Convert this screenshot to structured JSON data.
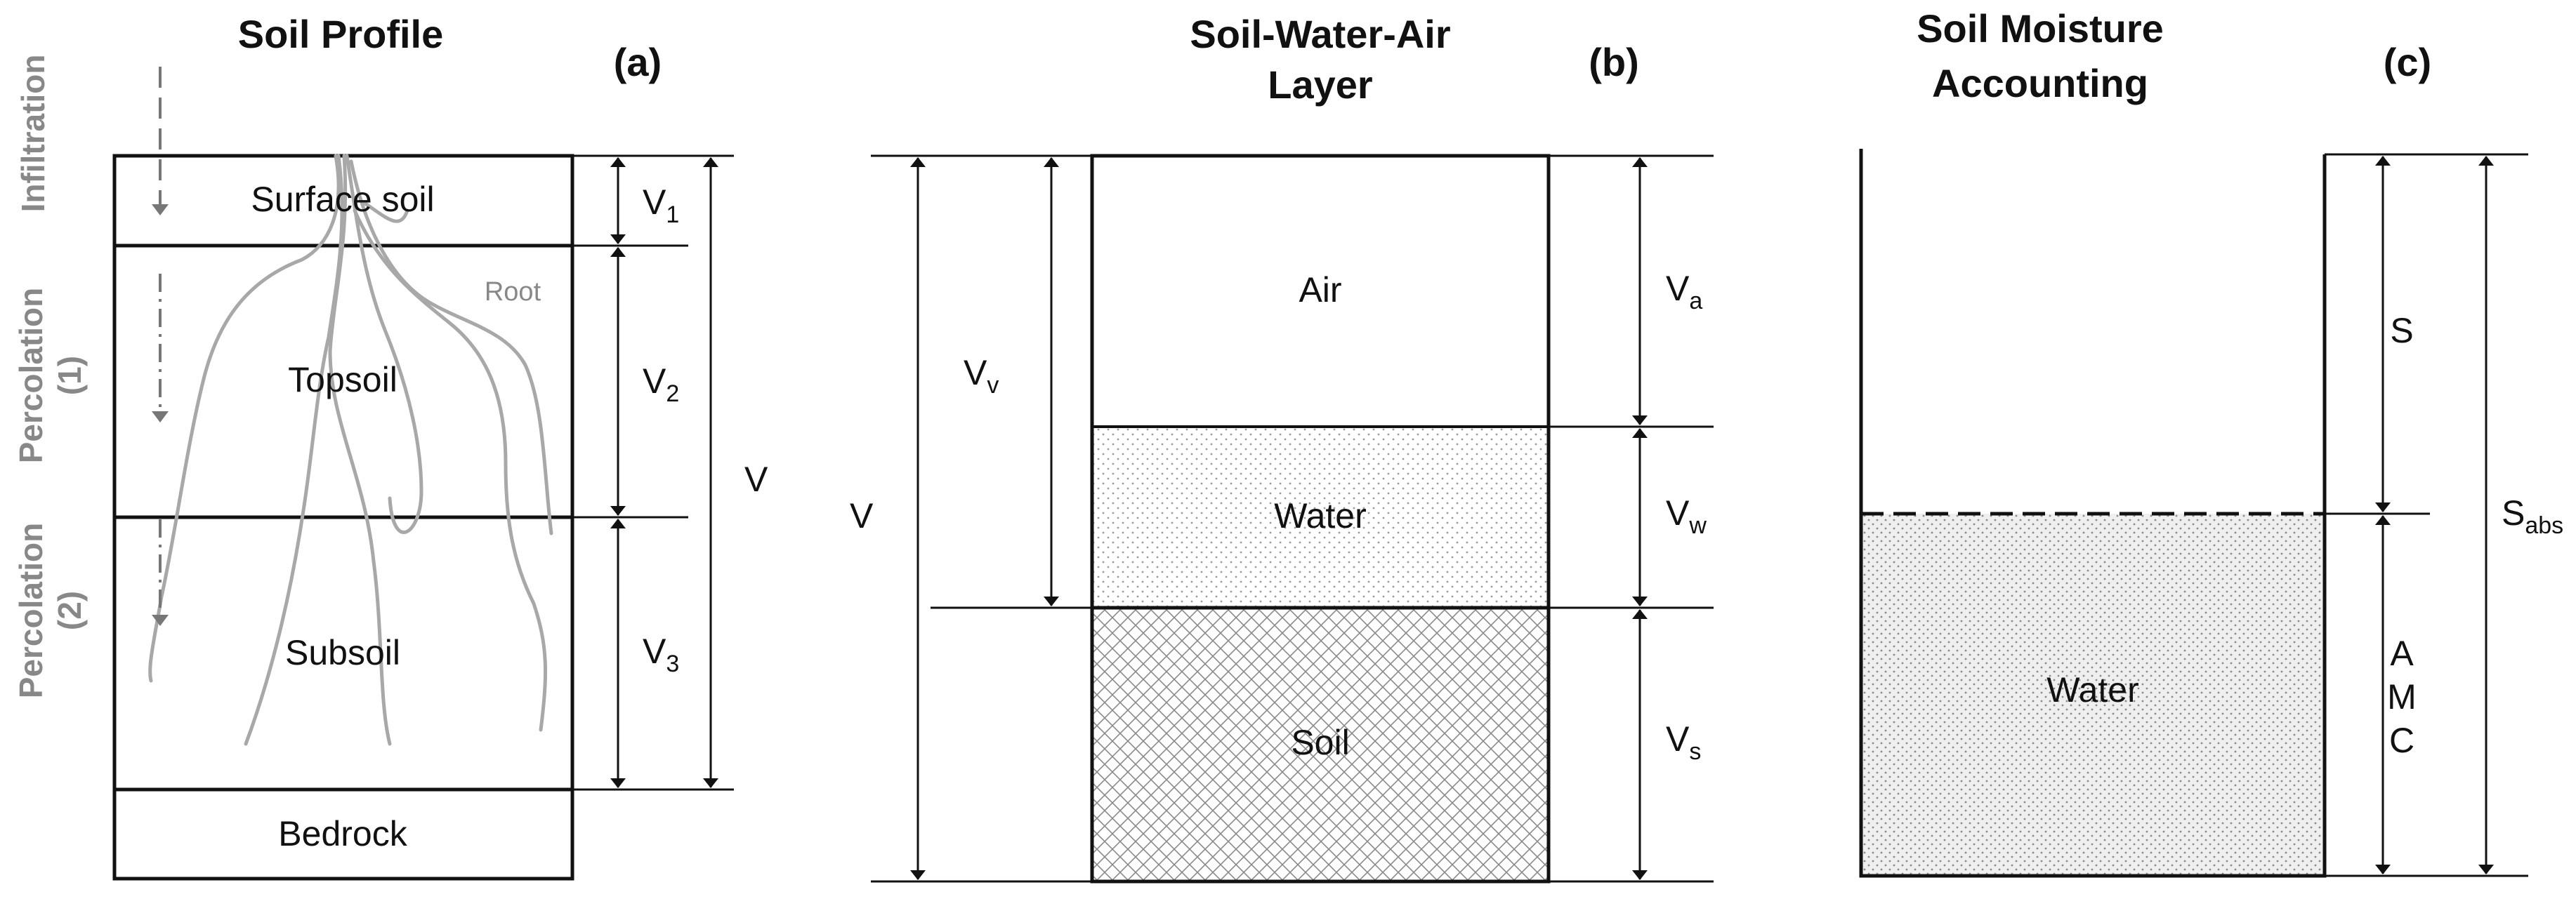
{
  "panel_a": {
    "title": "Soil Profile",
    "tag": "(a)",
    "layers": {
      "surface": "Surface soil",
      "topsoil": "Topsoil",
      "subsoil": "Subsoil",
      "bedrock": "Bedrock"
    },
    "root_label": "Root",
    "side_labels": {
      "infiltration": "Infiltration",
      "percolation1_line1": "Percolation",
      "percolation1_line2": "(1)",
      "percolation2_line1": "Percolation",
      "percolation2_line2": "(2)"
    },
    "volumes": {
      "v1_main": "V",
      "v1_sub": "1",
      "v2_main": "V",
      "v2_sub": "2",
      "v3_main": "V",
      "v3_sub": "3",
      "total": "V"
    }
  },
  "panel_b": {
    "title_line1": "Soil-Water-Air",
    "title_line2": "Layer",
    "tag": "(b)",
    "layers": {
      "air": "Air",
      "water": "Water",
      "soil": "Soil"
    },
    "volumes": {
      "total": "V",
      "vv_main": "V",
      "vv_sub": "v",
      "va_main": "V",
      "va_sub": "a",
      "vw_main": "V",
      "vw_sub": "w",
      "vs_main": "V",
      "vs_sub": "s"
    }
  },
  "panel_c": {
    "title_line1": "Soil Moisture",
    "title_line2": "Accounting",
    "tag": "(c)",
    "water_label": "Water",
    "s_label": "S",
    "amc_letters": [
      "A",
      "M",
      "C"
    ],
    "sabs_main": "S",
    "sabs_sub": "abs"
  },
  "colors": {
    "line": "#111111",
    "grey_text": "#888888",
    "root": "#a8a8a8",
    "dots": "#9a9a9a",
    "water_fill": "#eeeeee"
  }
}
